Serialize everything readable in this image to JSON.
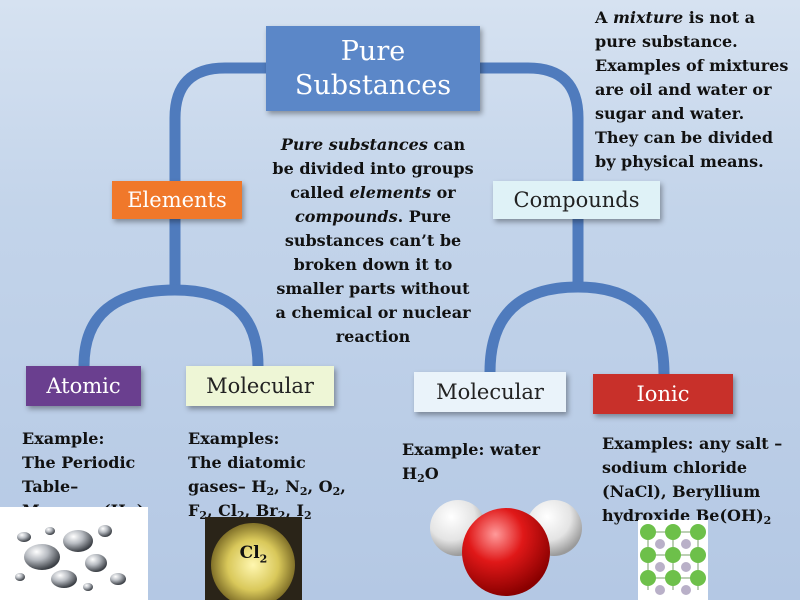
{
  "pure": {
    "line1": "Pure",
    "line2": "Substances"
  },
  "elements": {
    "label": "Elements"
  },
  "compounds": {
    "label": "Compounds"
  },
  "atomic": {
    "label": "Atomic",
    "example_label": "Example:",
    "example_line2": "The Periodic",
    "example_line3": "Table–",
    "example_line4": "Mercury  (Hg)"
  },
  "molecular_element": {
    "label": "Molecular",
    "example_label": "Examples:",
    "example_line2": "The diatomic",
    "example_line3_prefix": "gases– "
  },
  "molecular_compound": {
    "label": "Molecular",
    "example_text": "Example:  water"
  },
  "ionic": {
    "label": "Ionic",
    "line1": "Examples: any salt –",
    "line2": "sodium chloride",
    "line3": "(NaCl), Beryllium",
    "line4_prefix": "hydroxide Be(OH)"
  },
  "center_text": {
    "line1_italic": "Pure substances",
    "line1_rest": " can",
    "line2": "be divided into groups",
    "line3_prefix": "called ",
    "line3_italic": "elements",
    "line3_suffix": " or",
    "line4_italic": "compounds",
    "line4_rest": ".  Pure",
    "line5": "substances can’t be",
    "line6": "broken down it to",
    "line7": "smaller parts  without",
    "line8": "a chemical or nuclear",
    "line9": "reaction"
  },
  "mixture_note": {
    "line1_prefix": "A ",
    "line1_italic": "mixture",
    "line1_suffix": " is not a",
    "line2": "pure substance.",
    "line3": "Examples of mixtures",
    "line4": "are oil and water or",
    "line5": "sugar and water.",
    "line6": "They can be divided",
    "line7": "by physical means."
  },
  "formulas": {
    "h2": "H",
    "n2": "N",
    "o2": "O",
    "f2": "F",
    "cl2": "Cl",
    "br2": "Br",
    "i2": "I",
    "sub2": "2",
    "water_h": "H",
    "water_o": "O",
    "beoh_sub": "2",
    "cl2_label": "Cl"
  },
  "colors": {
    "connector": "#4f7bbd",
    "pure_box": "#5b87c8",
    "elements_box": "#f0782a",
    "compounds_box": "#dff2f7",
    "atomic_box": "#6a3f8f",
    "molecular_element_box": "#eef6d6",
    "molecular_compound_box": "#eaf3fa",
    "ionic_box": "#c8302a"
  }
}
